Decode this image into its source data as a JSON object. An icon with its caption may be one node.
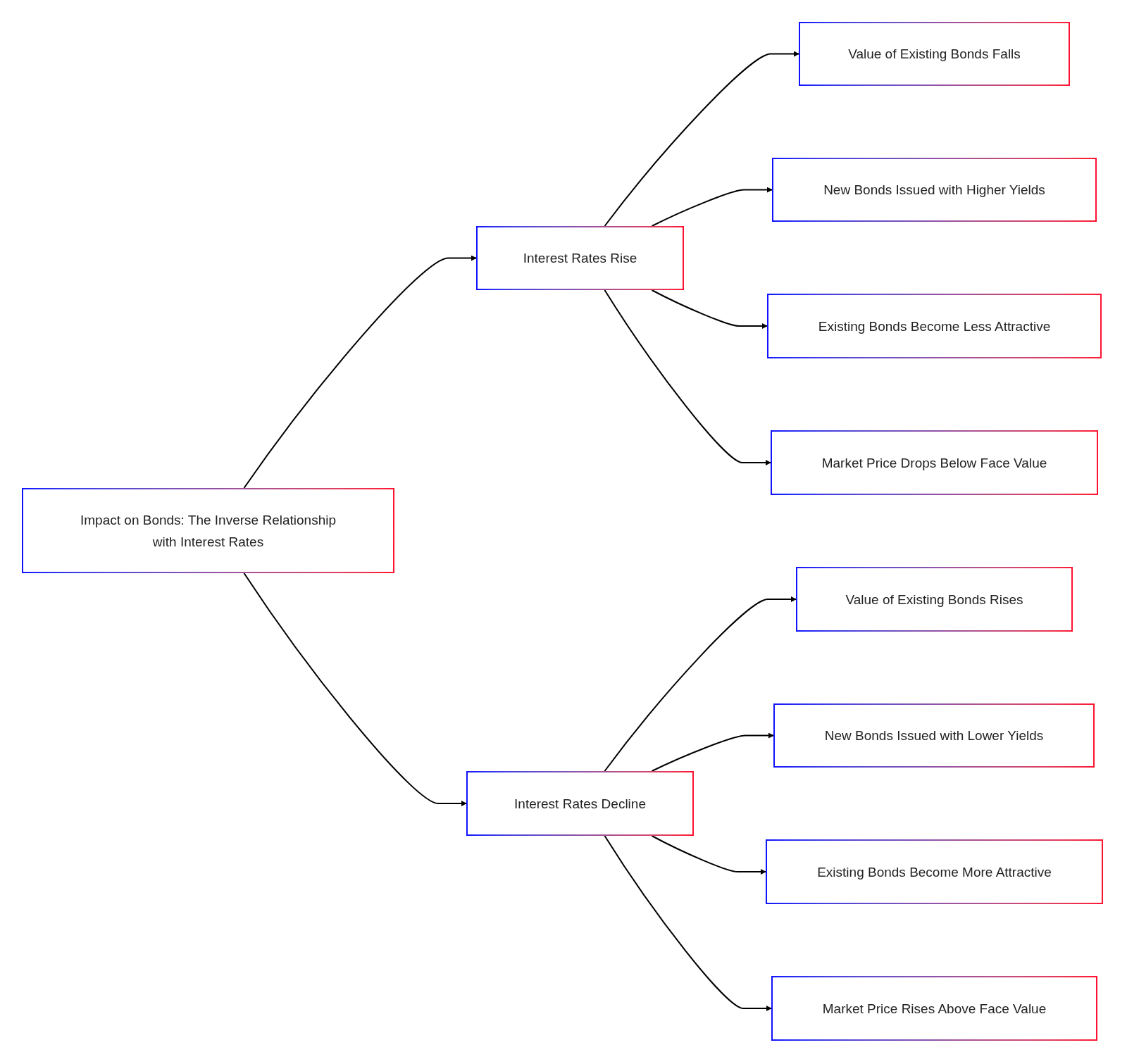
{
  "diagram": {
    "nodes": [
      {
        "text": [
          "Impact on Bonds: The Inverse Relationship with Interest Rates"
        ]
      },
      {
        "text": [
          "Interest Rates Rise"
        ]
      },
      {
        "text": [
          "Interest Rates Decline"
        ]
      },
      {
        "text": [
          "Value of Existing Bonds Falls"
        ]
      },
      {
        "text": [
          "New Bonds Issued with Higher Yields"
        ]
      },
      {
        "text": [
          "Existing Bonds Become Less Attractive"
        ]
      },
      {
        "text": [
          "Market Price Drops Below Face Value"
        ]
      },
      {
        "text": [
          "Value of Existing Bonds Rises"
        ]
      },
      {
        "text": [
          "New Bonds Issued with Lower Yields"
        ]
      },
      {
        "text": [
          "Existing Bonds Become More Attractive"
        ]
      },
      {
        "text": [
          "Market Price Rises Above Face Value"
        ]
      }
    ],
    "edges": [
      {
        "from": 0,
        "to": 1,
        "arrow": "to"
      },
      {
        "from": 0,
        "to": 2,
        "arrow": "to"
      },
      {
        "from": 1,
        "to": 3,
        "arrow": "to"
      },
      {
        "from": 1,
        "to": 4,
        "arrow": "to"
      },
      {
        "from": 1,
        "to": 5,
        "arrow": "to"
      },
      {
        "from": 1,
        "to": 6,
        "arrow": "to"
      },
      {
        "from": 2,
        "to": 7,
        "arrow": "to"
      },
      {
        "from": 2,
        "to": 8,
        "arrow": "to"
      },
      {
        "from": 2,
        "to": 9,
        "arrow": "to"
      },
      {
        "from": 2,
        "to": 10,
        "arrow": "to"
      }
    ]
  }
}
